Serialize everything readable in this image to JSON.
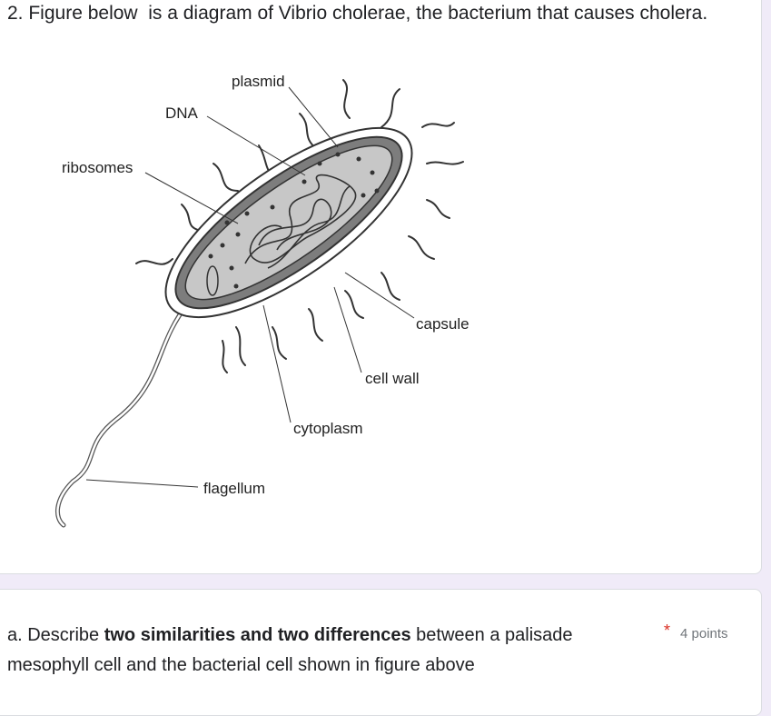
{
  "question1": {
    "title": "2. Figure below  is a diagram of Vibrio cholerae, the bacterium that causes cholera."
  },
  "diagram": {
    "labels": {
      "plasmid": "plasmid",
      "dna": "DNA",
      "ribosomes": "ribosomes",
      "capsule": "capsule",
      "cell_wall": "cell wall",
      "cytoplasm": "cytoplasm",
      "flagellum": "flagellum"
    }
  },
  "question2": {
    "prefix": "a. Describe ",
    "bold1": "two similarities and two differences",
    "middle": " between a palisade mesophyll cell and the bacterial cell shown in figure above",
    "required_mark": "*",
    "points": "4 points"
  },
  "colors": {
    "background": "#f0ebf8",
    "card": "#ffffff",
    "required": "#d93025"
  }
}
